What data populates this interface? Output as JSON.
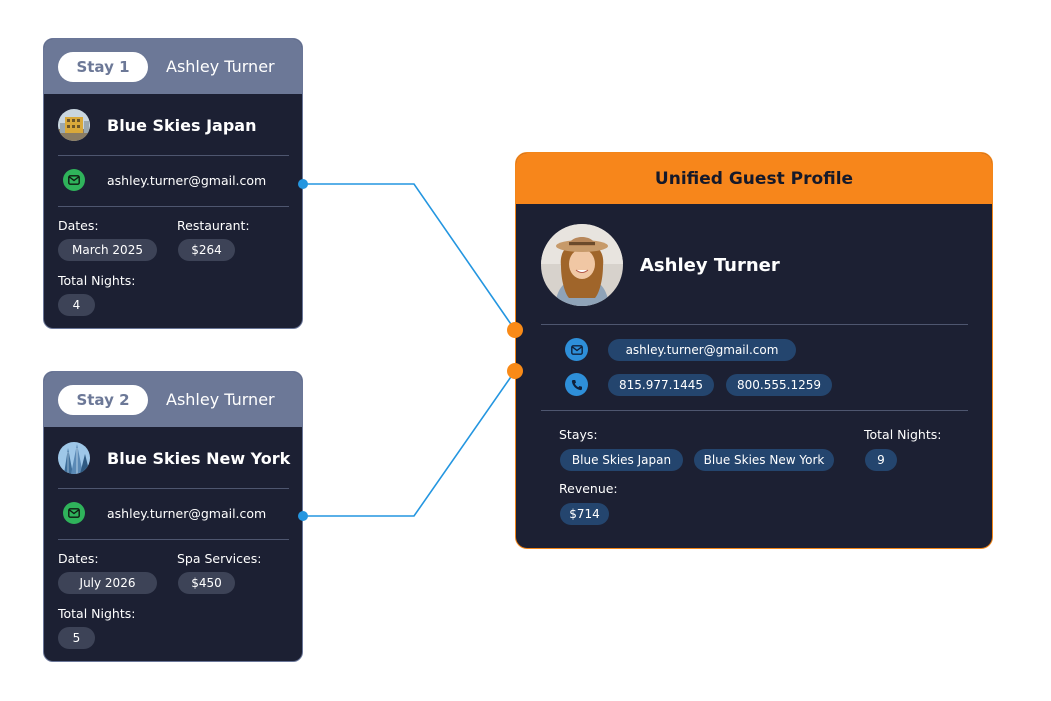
{
  "stays": [
    {
      "tag": "Stay 1",
      "guest": "Ashley Turner",
      "hotel": "Blue Skies Japan",
      "hotel_icon": "hotel-japan-icon",
      "email": "ashley.turner@gmail.com",
      "dates_label": "Dates:",
      "dates": "March 2025",
      "extra_label": "Restaurant:",
      "extra_value": "$264",
      "nights_label": "Total Nights:",
      "nights": "4"
    },
    {
      "tag": "Stay 2",
      "guest": "Ashley Turner",
      "hotel": "Blue Skies New York",
      "hotel_icon": "hotel-new-york-icon",
      "email": "ashley.turner@gmail.com",
      "dates_label": "Dates:",
      "dates": "July 2026",
      "extra_label": "Spa Services:",
      "extra_value": "$450",
      "nights_label": "Total Nights:",
      "nights": "5"
    }
  ],
  "profile": {
    "title": "Unified Guest Profile",
    "name": "Ashley Turner",
    "email": "ashley.turner@gmail.com",
    "phones": [
      "815.977.1445",
      "800.555.1259"
    ],
    "stays_label": "Stays:",
    "stays": [
      "Blue Skies Japan",
      "Blue Skies New York"
    ],
    "nights_label": "Total Nights:",
    "nights": "9",
    "revenue_label": "Revenue:",
    "revenue": "$714"
  },
  "colors": {
    "card_bg": "#1c2033",
    "stay_header": "#6c7897",
    "profile_accent": "#f7861b",
    "connector": "#2496e0",
    "email_icon_green": "#2fb35b"
  }
}
